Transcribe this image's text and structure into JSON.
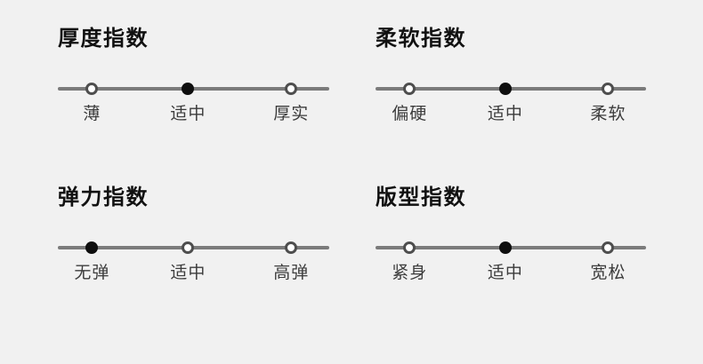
{
  "page": {
    "background": "#f1f1f1"
  },
  "colors": {
    "title_text": "#111111",
    "label_text": "#3c3c3c",
    "track": "#7b7b7b",
    "dot_filled": "#0e0e0e",
    "dot_ring": "#4e4e4e",
    "dot_center": "#ffffff"
  },
  "indices": [
    {
      "id": "thickness",
      "title": "厚度指数",
      "options": [
        {
          "label": "薄",
          "selected": false
        },
        {
          "label": "适中",
          "selected": true
        },
        {
          "label": "厚实",
          "selected": false
        }
      ]
    },
    {
      "id": "softness",
      "title": "柔软指数",
      "options": [
        {
          "label": "偏硬",
          "selected": false
        },
        {
          "label": "适中",
          "selected": true
        },
        {
          "label": "柔软",
          "selected": false
        }
      ]
    },
    {
      "id": "elasticity",
      "title": "弹力指数",
      "options": [
        {
          "label": "无弹",
          "selected": true
        },
        {
          "label": "适中",
          "selected": false
        },
        {
          "label": "高弹",
          "selected": false
        }
      ]
    },
    {
      "id": "fit",
      "title": "版型指数",
      "options": [
        {
          "label": "紧身",
          "selected": false
        },
        {
          "label": "适中",
          "selected": true
        },
        {
          "label": "宽松",
          "selected": false
        }
      ]
    }
  ]
}
